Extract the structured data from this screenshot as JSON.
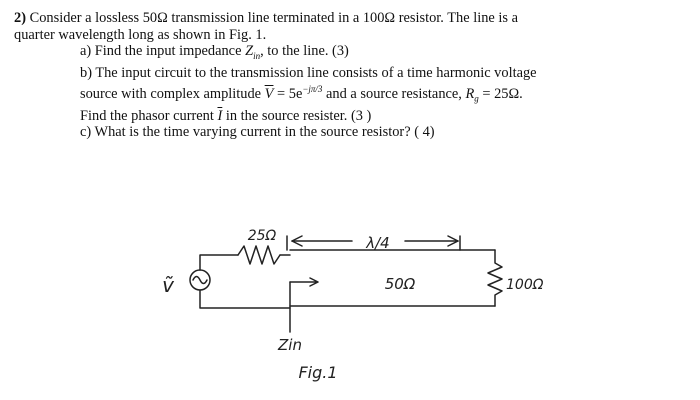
{
  "problem": {
    "number": "2)",
    "intro_line1": "Consider a lossless 50Ω transmission line terminated in a 100Ω resistor. The line is a",
    "intro_line2": "quarter wavelength long as shown in Fig. 1.",
    "part_a": {
      "prefix": "a) Find the input impedance ",
      "symbol": "Z",
      "subscript": "in",
      "suffix": ", to the line. (3)"
    },
    "part_b": {
      "line1": "b) The input circuit to the transmission line consists of a time harmonic voltage",
      "line2_prefix": "source with complex amplitude ",
      "phasor_v": "V",
      "equals_5e": " = 5e",
      "exponent": "−jπ/3",
      "line2_mid": " and a source resistance, ",
      "rg_symbol": "R",
      "rg_subscript": "g",
      "line2_suffix": " = 25Ω.",
      "line3_prefix": "Find the phasor current ",
      "phasor_i": "I",
      "line3_suffix": " in the source resister. (3 )"
    },
    "part_c": "c) What is the time varying current in the source resistor? ( 4)"
  },
  "figure": {
    "source_resistor_label": "25Ω",
    "wavelength_label": "λ/4",
    "source_label": "ṽ",
    "line_impedance_label": "50Ω",
    "load_label": "100Ω",
    "zin_label": "Zin",
    "caption": "Fig.1"
  }
}
